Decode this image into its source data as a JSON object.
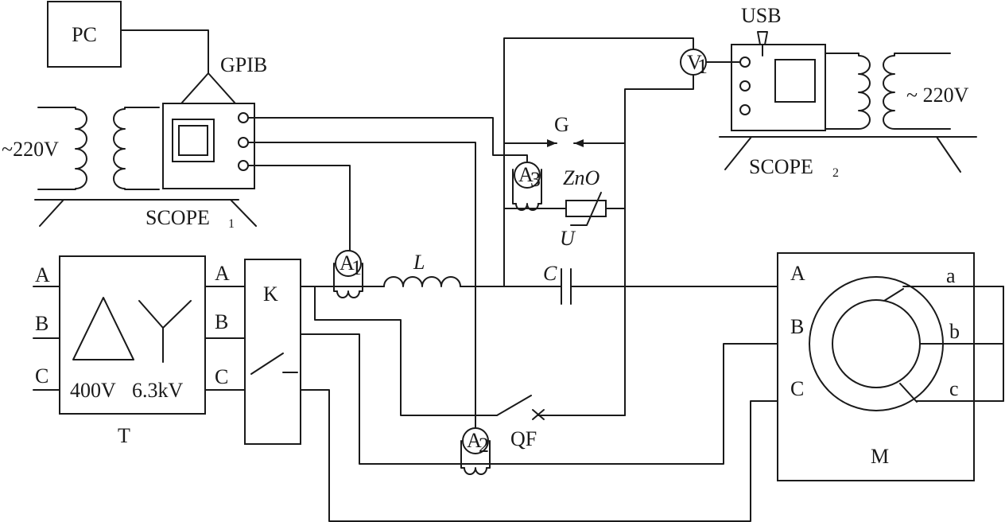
{
  "labels": {
    "pc": "PC",
    "gpib": "GPIB",
    "usb": "USB",
    "mains_left": "~220V",
    "mains_right": "~ 220V",
    "scope1": "SCOPE",
    "scope1_sub": "1",
    "scope2": "SCOPE",
    "scope2_sub": "2",
    "gap": "G",
    "zno": "ZnO",
    "u": "U",
    "inductor": "L",
    "capacitor": "C",
    "switch_k": "K",
    "breaker": "QF",
    "transformer": "T",
    "motor": "M",
    "voltage_low": "400V",
    "voltage_high": "6.3kV",
    "phase_a": "A",
    "phase_b": "B",
    "phase_c": "C",
    "winding_a": "a",
    "winding_b": "b",
    "winding_c": "c",
    "ammeter": "A",
    "voltmeter": "V",
    "sub_1": "1",
    "sub_2": "2",
    "sub_3": "3"
  }
}
